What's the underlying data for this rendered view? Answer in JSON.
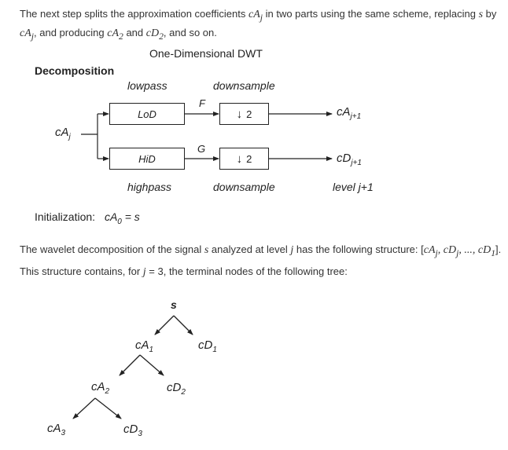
{
  "intro": {
    "part1": "The next step splits the approximation coefficients ",
    "sym1": "cA",
    "sub1": "j",
    "part2": " in two parts using the same scheme, replacing ",
    "sym2": "s",
    "part3": " by",
    "sym3": "cA",
    "sub3": "j",
    "part4": ", and producing ",
    "sym4": "cA",
    "sub4": "2",
    "part5": " and ",
    "sym5": "cD",
    "sub5": "2",
    "part6": ", and so on."
  },
  "dwt": {
    "title": "One-Dimensional DWT",
    "decomposition": "Decomposition",
    "lowpass": "lowpass",
    "highpass": "highpass",
    "downsample_top": "downsample",
    "downsample_bottom": "downsample",
    "lod": "LoD",
    "hid": "HiD",
    "f": "F",
    "g": "G",
    "ds_value_top": "2",
    "ds_value_bottom": "2",
    "arrow_glyph": "↓",
    "input_sym": "cA",
    "input_sub": "j",
    "out_top_sym": "cA",
    "out_top_sub": "j+1",
    "out_bottom_sym": "cD",
    "out_bottom_sub": "j+1",
    "level": "level j+1",
    "init_label": "Initialization:",
    "init_sym": "cA",
    "init_sub": "0",
    "init_eq": " = s"
  },
  "structure": {
    "part1": "The wavelet decomposition of the signal ",
    "sym_s": "s",
    "part2": " analyzed at level ",
    "sym_j": "j",
    "part3": " has the following structure: [",
    "e1": "cA",
    "e1sub": "j",
    "sep1": ", ",
    "e2": "cD",
    "e2sub": "j",
    "sep2": ", ..., ",
    "e3": "cD",
    "e3sub": "1",
    "part4": "].",
    "line2a": "This structure contains, for ",
    "line2j": "j",
    "line2b": " = 3, the terminal nodes of the following tree:"
  },
  "tree": {
    "root": "s",
    "n1": {
      "sym": "cA",
      "sub": "1"
    },
    "n2": {
      "sym": "cD",
      "sub": "1"
    },
    "n3": {
      "sym": "cA",
      "sub": "2"
    },
    "n4": {
      "sym": "cD",
      "sub": "2"
    },
    "n5": {
      "sym": "cA",
      "sub": "3"
    },
    "n6": {
      "sym": "cD",
      "sub": "3"
    }
  }
}
